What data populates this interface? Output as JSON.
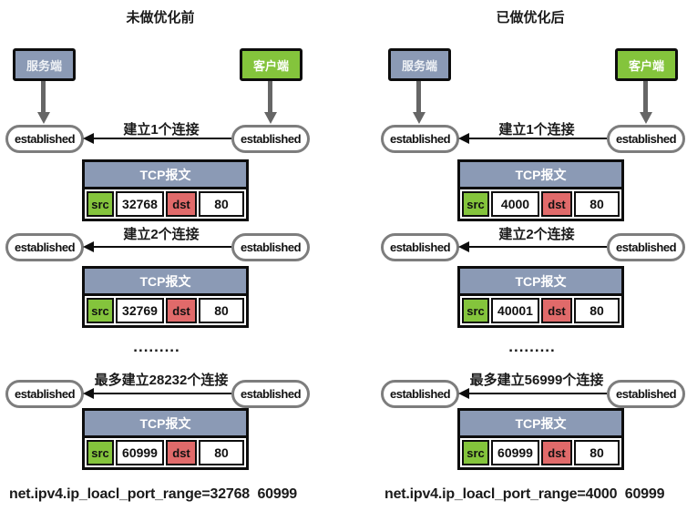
{
  "colors": {
    "node_slate": "#8B9AB5",
    "node_green": "#84C43C",
    "cell_red": "#E06A6A",
    "oval_border_gray": "#7d7d7d",
    "arrow_gray": "#666666",
    "border_black": "#0d0d0d"
  },
  "columns": [
    {
      "title": "未做优化前",
      "server_label": "服务端",
      "client_label": "客户端",
      "established_label": "established",
      "connections": [
        {
          "arrow_label": "建立1个连接",
          "packet": {
            "title": "TCP报文",
            "src_label": "src",
            "src_port": "32768",
            "dst_label": "dst",
            "dst_port": "80"
          }
        },
        {
          "arrow_label": "建立2个连接",
          "packet": {
            "title": "TCP报文",
            "src_label": "src",
            "src_port": "32769",
            "dst_label": "dst",
            "dst_port": "80"
          }
        },
        {
          "arrow_label": "最多建立28232个连接",
          "packet": {
            "title": "TCP报文",
            "src_label": "src",
            "src_port": "60999",
            "dst_label": "dst",
            "dst_port": "80"
          }
        }
      ],
      "ellipsis": ".........",
      "sysctl_setting": "net.ipv4.ip_loacl_port_range=32768  60999"
    },
    {
      "title": "已做优化后",
      "server_label": "服务端",
      "client_label": "客户端",
      "established_label": "established",
      "connections": [
        {
          "arrow_label": "建立1个连接",
          "packet": {
            "title": "TCP报文",
            "src_label": "src",
            "src_port": "4000",
            "dst_label": "dst",
            "dst_port": "80"
          }
        },
        {
          "arrow_label": "建立2个连接",
          "packet": {
            "title": "TCP报文",
            "src_label": "src",
            "src_port": "40001",
            "dst_label": "dst",
            "dst_port": "80"
          }
        },
        {
          "arrow_label": "最多建立56999个连接",
          "packet": {
            "title": "TCP报文",
            "src_label": "src",
            "src_port": "60999",
            "dst_label": "dst",
            "dst_port": "80"
          }
        }
      ],
      "ellipsis": ".........",
      "sysctl_setting": "net.ipv4.ip_loacl_port_range=4000  60999"
    }
  ]
}
